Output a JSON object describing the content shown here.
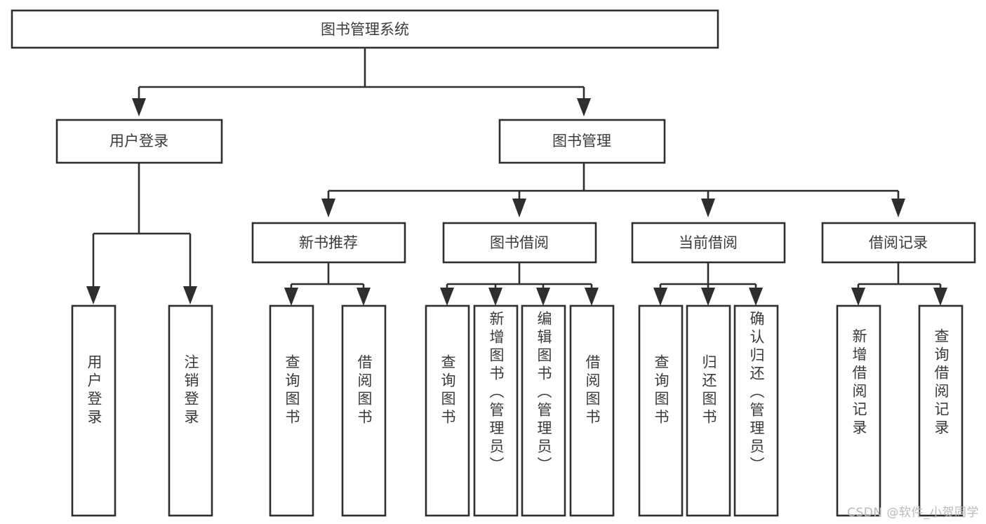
{
  "diagram": {
    "title": "图书管理系统",
    "type": "tree-hierarchy-diagram",
    "orientation": "top-down",
    "colors": {
      "background": "#ffffff",
      "box_fill": "#ffffff",
      "box_stroke": "#2e2e2e",
      "connector": "#2e2e2e",
      "label_text": "#3a3a3a",
      "watermark_text": "#b9b9b9"
    },
    "root": {
      "label": "图书管理系统"
    },
    "level2": [
      {
        "label": "用户登录"
      },
      {
        "label": "图书管理"
      }
    ],
    "level3": [
      {
        "label": "新书推荐"
      },
      {
        "label": "图书借阅"
      },
      {
        "label": "当前借阅"
      },
      {
        "label": "借阅记录"
      }
    ],
    "leaves": {
      "user_login": [
        {
          "label": "用户登录"
        },
        {
          "label": "注销登录"
        }
      ],
      "new_book_recommend": [
        {
          "label": "查询图书"
        },
        {
          "label": "借阅图书"
        }
      ],
      "book_borrow": [
        {
          "label": "查询图书"
        },
        {
          "label": "新增图书（管理员）"
        },
        {
          "label": "编辑图书（管理员）"
        },
        {
          "label": "借阅图书"
        }
      ],
      "current_borrow": [
        {
          "label": "查询图书"
        },
        {
          "label": "归还图书"
        },
        {
          "label": "确认归还（管理员）"
        }
      ],
      "borrow_record": [
        {
          "label": "新增借阅记录"
        },
        {
          "label": "查询借阅记录"
        }
      ]
    }
  },
  "watermark": {
    "text": "CSDN @软件_小贺同学"
  }
}
